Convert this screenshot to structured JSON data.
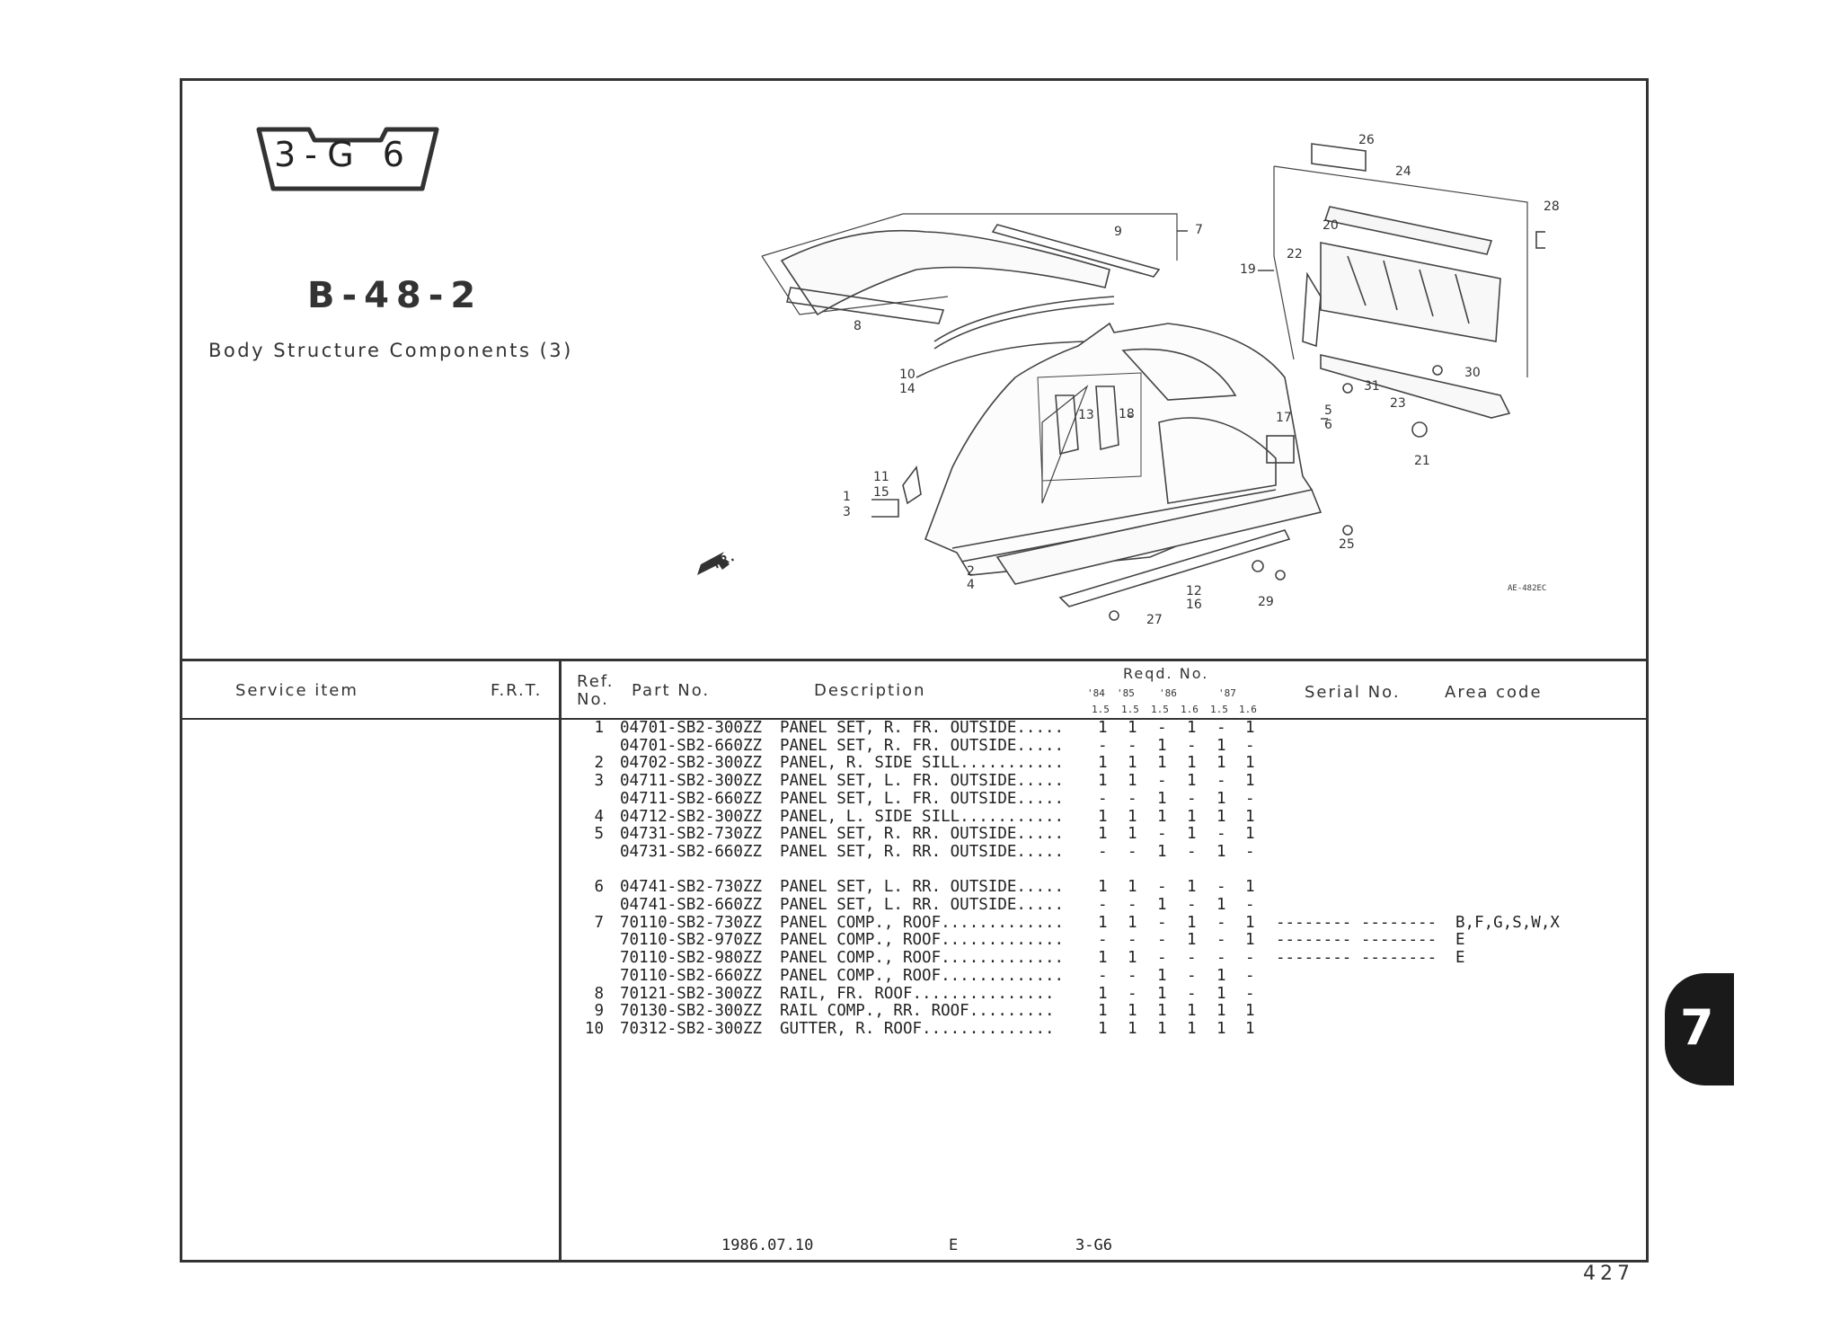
{
  "badge": "3-G 6",
  "group_no": "B-48-2",
  "group_title": "Body Structure Components (3)",
  "diagram": {
    "callouts": [
      "26",
      "24",
      "28",
      "20",
      "9",
      "7",
      "22",
      "19",
      "8",
      "30",
      "31",
      "23",
      "10",
      "14",
      "13",
      "18",
      "5",
      "6",
      "17",
      "21",
      "11",
      "15",
      "1",
      "3",
      "25",
      "2",
      "4",
      "12",
      "16",
      "29",
      "27"
    ],
    "front_label": "FR.",
    "drawing_code": "AE-482EC"
  },
  "table_header": {
    "service_item": "Service  item",
    "frt": "F.R.T.",
    "ref_no_1": "Ref.",
    "ref_no_2": "No.",
    "part_no": "Part No.",
    "description": "Description",
    "reqd_no": "Reqd. No.",
    "years": [
      "'84",
      "'85",
      "'86",
      "'87"
    ],
    "engines": [
      "1.5",
      "1.5",
      "1.5",
      "1.6",
      "1.5",
      "1.6"
    ],
    "serial_no": "Serial No.",
    "area_code": "Area code"
  },
  "rows": [
    {
      "ref": "1",
      "part": "04701-SB2-300ZZ",
      "desc": "PANEL SET, R. FR. OUTSIDE.....",
      "q": [
        "1",
        "1",
        "-",
        "1",
        "-",
        "1"
      ],
      "serial": "",
      "area": ""
    },
    {
      "ref": "",
      "part": "04701-SB2-660ZZ",
      "desc": "PANEL SET, R. FR. OUTSIDE.....",
      "q": [
        "-",
        "-",
        "1",
        "-",
        "1",
        "-"
      ],
      "serial": "",
      "area": ""
    },
    {
      "ref": "2",
      "part": "04702-SB2-300ZZ",
      "desc": "PANEL, R. SIDE SILL...........",
      "q": [
        "1",
        "1",
        "1",
        "1",
        "1",
        "1"
      ],
      "serial": "",
      "area": ""
    },
    {
      "ref": "3",
      "part": "04711-SB2-300ZZ",
      "desc": "PANEL SET, L. FR. OUTSIDE.....",
      "q": [
        "1",
        "1",
        "-",
        "1",
        "-",
        "1"
      ],
      "serial": "",
      "area": ""
    },
    {
      "ref": "",
      "part": "04711-SB2-660ZZ",
      "desc": "PANEL SET, L. FR. OUTSIDE.....",
      "q": [
        "-",
        "-",
        "1",
        "-",
        "1",
        "-"
      ],
      "serial": "",
      "area": ""
    },
    {
      "ref": "4",
      "part": "04712-SB2-300ZZ",
      "desc": "PANEL, L. SIDE SILL...........",
      "q": [
        "1",
        "1",
        "1",
        "1",
        "1",
        "1"
      ],
      "serial": "",
      "area": ""
    },
    {
      "ref": "5",
      "part": "04731-SB2-730ZZ",
      "desc": "PANEL SET, R. RR. OUTSIDE.....",
      "q": [
        "1",
        "1",
        "-",
        "1",
        "-",
        "1"
      ],
      "serial": "",
      "area": ""
    },
    {
      "ref": "",
      "part": "04731-SB2-660ZZ",
      "desc": "PANEL SET, R. RR. OUTSIDE.....",
      "q": [
        "-",
        "-",
        "1",
        "-",
        "1",
        "-"
      ],
      "serial": "",
      "area": ""
    },
    {
      "ref": "6",
      "part": "04741-SB2-730ZZ",
      "desc": "PANEL SET, L. RR. OUTSIDE.....",
      "q": [
        "1",
        "1",
        "-",
        "1",
        "-",
        "1"
      ],
      "serial": "",
      "area": ""
    },
    {
      "ref": "",
      "part": "04741-SB2-660ZZ",
      "desc": "PANEL SET, L. RR. OUTSIDE.....",
      "q": [
        "-",
        "-",
        "1",
        "-",
        "1",
        "-"
      ],
      "serial": "",
      "area": ""
    },
    {
      "ref": "7",
      "part": "70110-SB2-730ZZ",
      "desc": "PANEL COMP., ROOF.............",
      "q": [
        "1",
        "1",
        "-",
        "1",
        "-",
        "1"
      ],
      "serial": "-------- --------",
      "area": "B,F,G,S,W,X"
    },
    {
      "ref": "",
      "part": "70110-SB2-970ZZ",
      "desc": "PANEL COMP., ROOF.............",
      "q": [
        "-",
        "-",
        "-",
        "1",
        "-",
        "1"
      ],
      "serial": "-------- --------",
      "area": "E"
    },
    {
      "ref": "",
      "part": "70110-SB2-980ZZ",
      "desc": "PANEL COMP., ROOF.............",
      "q": [
        "1",
        "1",
        "-",
        "-",
        "-",
        "-"
      ],
      "serial": "-------- --------",
      "area": "E"
    },
    {
      "ref": "",
      "part": "70110-SB2-660ZZ",
      "desc": "PANEL COMP., ROOF.............",
      "q": [
        "-",
        "-",
        "1",
        "-",
        "1",
        "-"
      ],
      "serial": "",
      "area": ""
    },
    {
      "ref": "8",
      "part": "70121-SB2-300ZZ",
      "desc": "RAIL, FR. ROOF...............",
      "q": [
        "1",
        "-",
        "1",
        "-",
        "1",
        "-"
      ],
      "serial": "",
      "area": ""
    },
    {
      "ref": "9",
      "part": "70130-SB2-300ZZ",
      "desc": "RAIL COMP., RR. ROOF.........",
      "q": [
        "1",
        "1",
        "1",
        "1",
        "1",
        "1"
      ],
      "serial": "",
      "area": ""
    },
    {
      "ref": "10",
      "part": "70312-SB2-300ZZ",
      "desc": "GUTTER, R. ROOF..............",
      "q": [
        "1",
        "1",
        "1",
        "1",
        "1",
        "1"
      ],
      "serial": "",
      "area": ""
    }
  ],
  "footer": {
    "date": "1986.07.10",
    "area": "E",
    "group": "3-G6"
  },
  "section_tab": "7",
  "page_number": "427"
}
